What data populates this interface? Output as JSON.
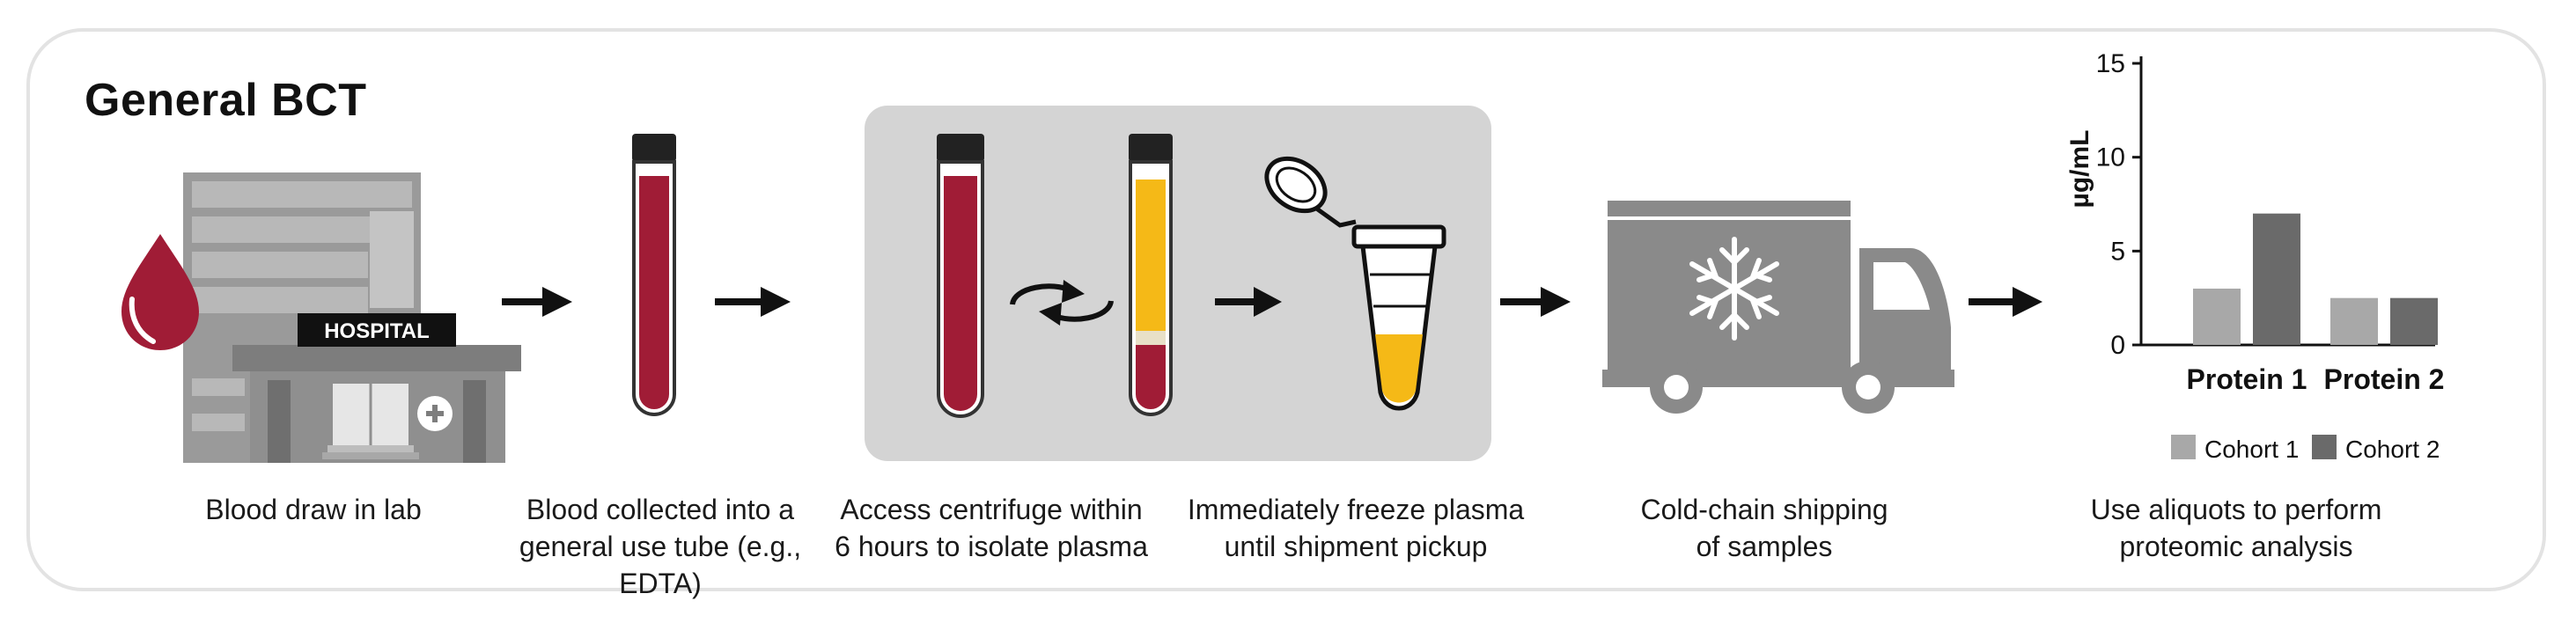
{
  "title": "General BCT",
  "hospital_sign": "HOSPITAL",
  "steps": [
    {
      "label_line1": "Blood draw in lab",
      "label_line2": ""
    },
    {
      "label_line1": "Blood collected into a",
      "label_line2": "general use tube (e.g., EDTA)"
    },
    {
      "label_line1": "Access centrifuge within",
      "label_line2": "6 hours to isolate plasma"
    },
    {
      "label_line1": "Immediately freeze plasma",
      "label_line2": "until shipment pickup"
    },
    {
      "label_line1": "Cold-chain shipping",
      "label_line2": "of samples"
    },
    {
      "label_line1": "Use aliquots to perform",
      "label_line2": "proteomic analysis"
    }
  ],
  "icons": {
    "step1": [
      "blood-drop-icon",
      "hospital-building-icon"
    ],
    "step2": [
      "blood-tube-icon"
    ],
    "step3": [
      "blood-tube-icon",
      "centrifuge-rotate-icon",
      "plasma-tube-icon"
    ],
    "step4": [
      "frozen-plasma-aliquot-icon"
    ],
    "step5": [
      "refrigerated-truck-icon",
      "snowflake-icon"
    ]
  },
  "colors": {
    "blood": "#a01c36",
    "plasma": "#f5b917",
    "panel": "#d4d4d4",
    "cohort1": "#a8a8a8",
    "cohort2": "#6a6a6a"
  },
  "chart_data": {
    "type": "bar",
    "categories": [
      "Protein 1",
      "Protein 2"
    ],
    "series": [
      {
        "name": "Cohort 1",
        "values": [
          3,
          2.5
        ]
      },
      {
        "name": "Cohort 2",
        "values": [
          7,
          2.5
        ]
      }
    ],
    "ylabel": "µg/mL",
    "ylim": [
      0,
      15
    ],
    "yticks": [
      0,
      5,
      10,
      15
    ],
    "grid": false,
    "legend_position": "bottom"
  }
}
